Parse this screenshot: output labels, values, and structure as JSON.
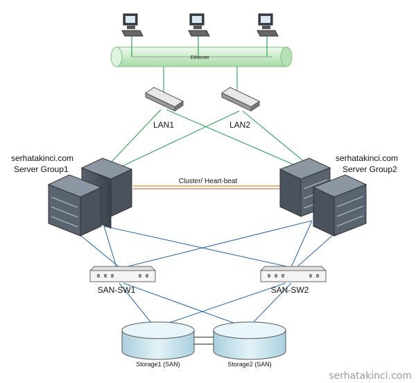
{
  "ethernet": {
    "label": "Ethernet"
  },
  "switches": {
    "lan1": "LAN1",
    "lan2": "LAN2",
    "san1": "SAN-SW1",
    "san2": "SAN-SW2"
  },
  "server_group1": {
    "site": "serhatakinci.com",
    "name": "Server Group1"
  },
  "server_group2": {
    "site": "serhatakinci.com",
    "name": "Server Group2"
  },
  "cluster_link": {
    "label": "Cluster/ Heart-beat"
  },
  "storage": {
    "s1": "Storage1 (SAN)",
    "s2": "Storage2 (SAN)"
  },
  "watermark": "serhatakinci.com",
  "colors": {
    "lan_link": "#2e9f5b",
    "san_link": "#2f6fb0",
    "heartbeat": "#e08a2a",
    "ethernet_pipe": "#d6f0d6",
    "storage_fill": "#cde6ef"
  },
  "icons": [
    "workstation-icon",
    "network-switch-icon",
    "server-rack-icon",
    "storage-disk-icon"
  ]
}
